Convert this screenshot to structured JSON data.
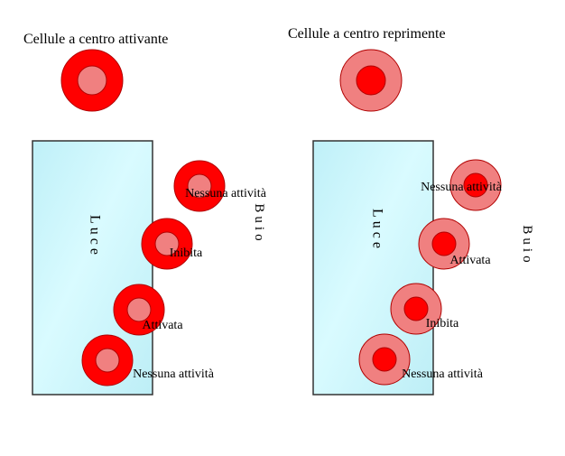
{
  "colors": {
    "dark_red": "#ff0000",
    "light_red": "#f08080",
    "panel_fill": "#c6f4fa",
    "panel_stroke": "#333333",
    "outline": "#b00000"
  },
  "left": {
    "title": "Cellule a centro attivante",
    "panel_label_light": "Luce",
    "panel_label_dark": "Buio",
    "cells": [
      {
        "label": "Nessuna attività"
      },
      {
        "label": "Inibita"
      },
      {
        "label": "Attivata"
      },
      {
        "label": "Nessuna attività"
      }
    ]
  },
  "right": {
    "title": "Cellule a centro reprimente",
    "panel_label_light": "Luce",
    "panel_label_dark": "Buio",
    "cells": [
      {
        "label": "Nessuna attività"
      },
      {
        "label": "Attivata"
      },
      {
        "label": "Inibita"
      },
      {
        "label": "Nessuna attività"
      }
    ]
  }
}
